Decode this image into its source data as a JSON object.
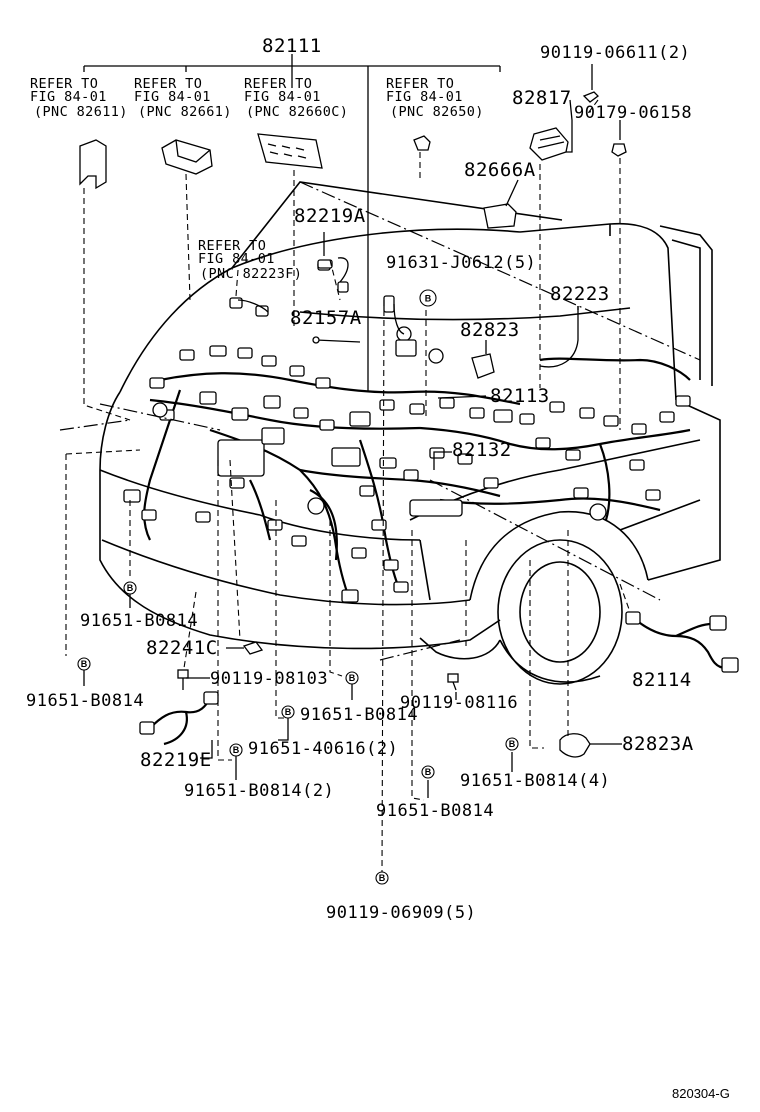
{
  "diagram": {
    "main_part": "82111",
    "refer_notes": [
      {
        "line1": "REFER TO",
        "line2": "FIG 84-01",
        "line3": "(PNC 82611)"
      },
      {
        "line1": "REFER TO",
        "line2": "FIG 84-01",
        "line3": "(PNC 82661)"
      },
      {
        "line1": "REFER TO",
        "line2": "FIG 84-01",
        "line3": "(PNC 82660C)"
      },
      {
        "line1": "REFER TO",
        "line2": "FIG 84-01",
        "line3": "(PNC 82650)"
      },
      {
        "line1": "REFER TO",
        "line2": "FIG 84-01",
        "line3": "(PNC 82223F)"
      }
    ],
    "labels": {
      "p9011906611": "90119-06611(2)",
      "p82817": "82817",
      "p9017906158": "90179-06158",
      "p82666A": "82666A",
      "p82219A": "82219A",
      "p91631J0612": "91631-J0612(5)",
      "p82223": "82223",
      "p82157A": "82157A",
      "p82823": "82823",
      "p82113": "82113",
      "p82132": "82132",
      "p91651B0814_a": "91651-B0814",
      "p82241C": "82241C",
      "p91651B0814_b": "91651-B0814",
      "p9011908103": "90119-08103",
      "p91651B0814_c": "91651-B0814",
      "p9011908116": "90119-08116",
      "p82114": "82114",
      "p82219E": "82219E",
      "p9165140616": "91651-40616(2)",
      "p82823A": "82823A",
      "p91651B0814_2": "91651-B0814(2)",
      "p91651B0814_4": "91651-B0814(4)",
      "p91651B0814_d": "91651-B0814",
      "p9011906909": "90119-06909(5)"
    },
    "badge_letter": "B",
    "figure_code": "820304-G"
  }
}
